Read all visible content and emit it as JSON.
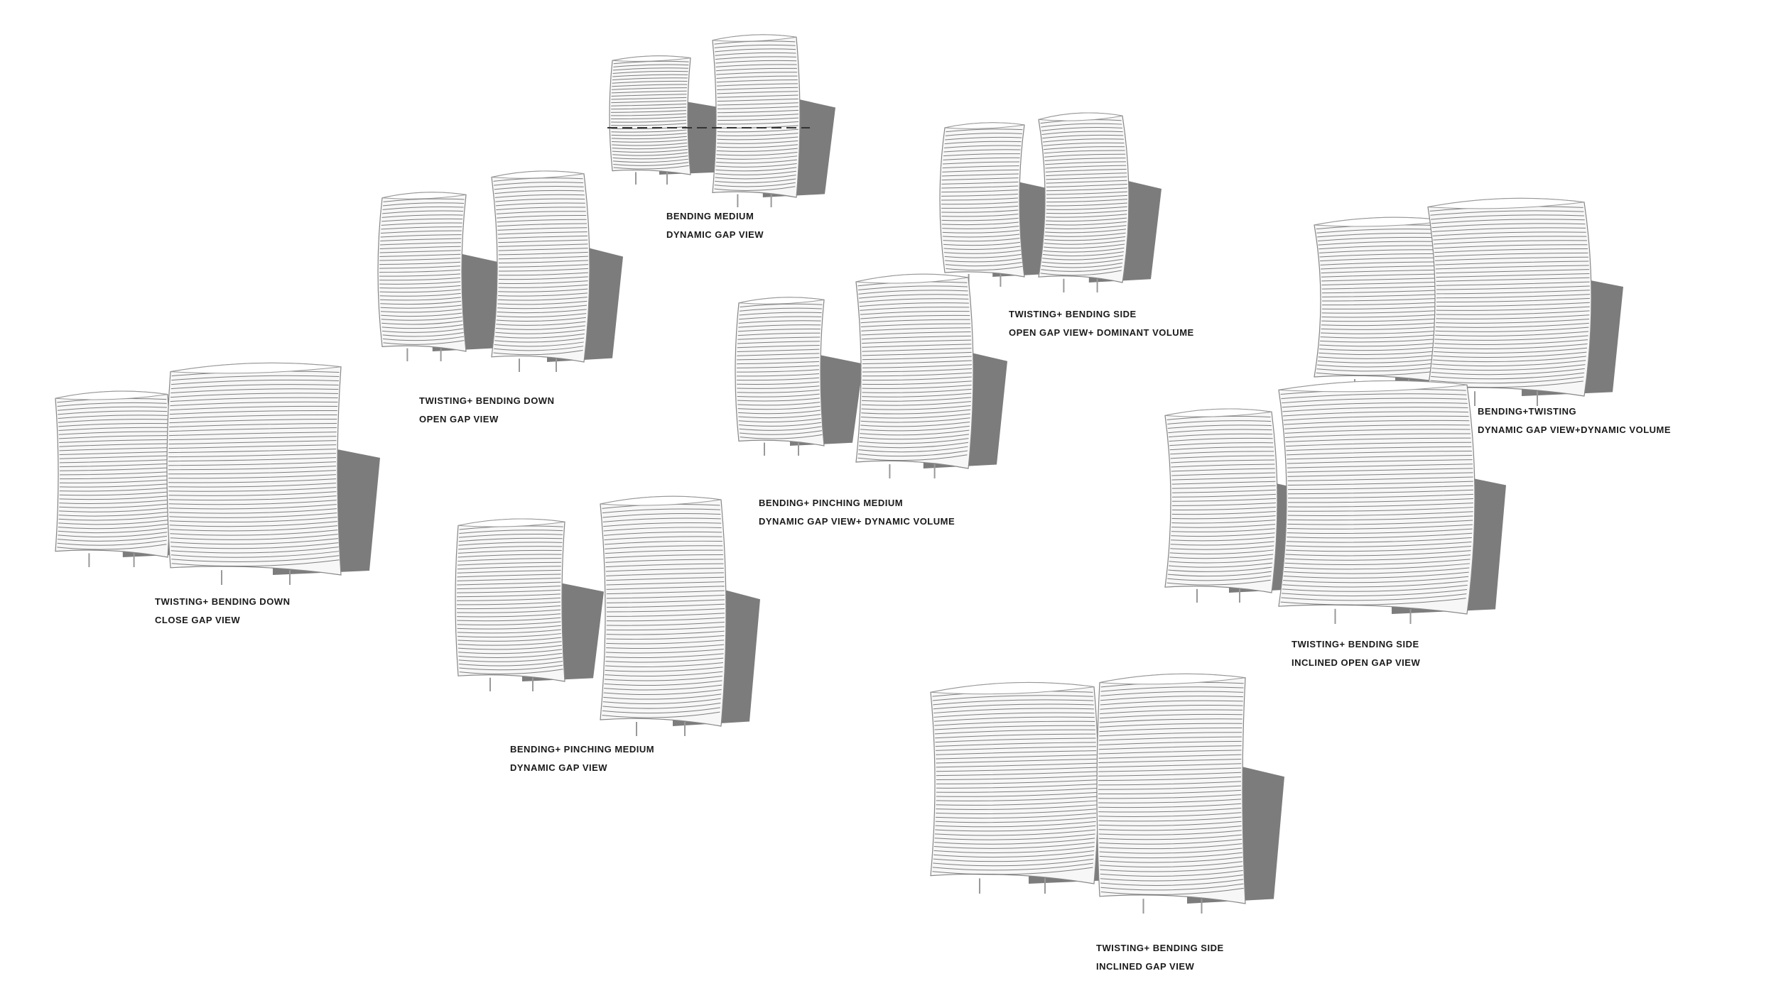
{
  "background_color": "#ffffff",
  "tower_color": "#f7f7f7",
  "line_color": "#555555",
  "shadow_color": "#6e6e6e",
  "studies": [
    {
      "id": "s1",
      "caption": [
        "BENDING MEDIUM",
        "DYNAMIC GAP VIEW"
      ]
    },
    {
      "id": "s2",
      "caption": [
        "TWISTING+ BENDING SIDE",
        "OPEN GAP VIEW+ DOMINANT VOLUME"
      ]
    },
    {
      "id": "s3",
      "caption": [
        "TWISTING+ BENDING DOWN",
        "OPEN GAP VIEW"
      ]
    },
    {
      "id": "s4",
      "caption": [
        "BENDING+TWISTING",
        "DYNAMIC GAP VIEW+DYNAMIC VOLUME"
      ]
    },
    {
      "id": "s5",
      "caption": [
        "BENDING+ PINCHING MEDIUM",
        "DYNAMIC GAP VIEW+ DYNAMIC VOLUME"
      ]
    },
    {
      "id": "s6",
      "caption": [
        "TWISTING+ BENDING DOWN",
        "CLOSE GAP VIEW"
      ]
    },
    {
      "id": "s7",
      "caption": [
        "TWISTING+ BENDING SIDE",
        "INCLINED OPEN GAP VIEW"
      ]
    },
    {
      "id": "s8",
      "caption": [
        "BENDING+ PINCHING MEDIUM",
        "DYNAMIC GAP VIEW"
      ]
    },
    {
      "id": "s9",
      "caption": [
        "TWISTING+ BENDING SIDE",
        "INCLINED GAP VIEW"
      ]
    }
  ]
}
